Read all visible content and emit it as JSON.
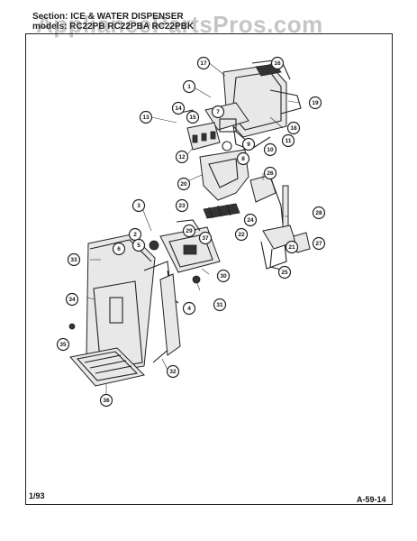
{
  "header": {
    "section_line": "Section: ICE & WATER DISPENSER",
    "models_line": "models: RC22PB  RC22PBA  RC22PBK"
  },
  "watermark": "AppliancePartsPros.com",
  "footer": {
    "date": "1/93",
    "page_code": "A-59-14"
  },
  "callouts": [
    "1",
    "2",
    "3",
    "4",
    "5",
    "6",
    "7",
    "8",
    "9",
    "10",
    "11",
    "12",
    "13",
    "14",
    "15",
    "16",
    "17",
    "18",
    "19",
    "20",
    "21",
    "22",
    "23",
    "24",
    "25",
    "26",
    "27",
    "28",
    "29",
    "30",
    "31",
    "32",
    "33",
    "34",
    "35",
    "36",
    "37"
  ]
}
